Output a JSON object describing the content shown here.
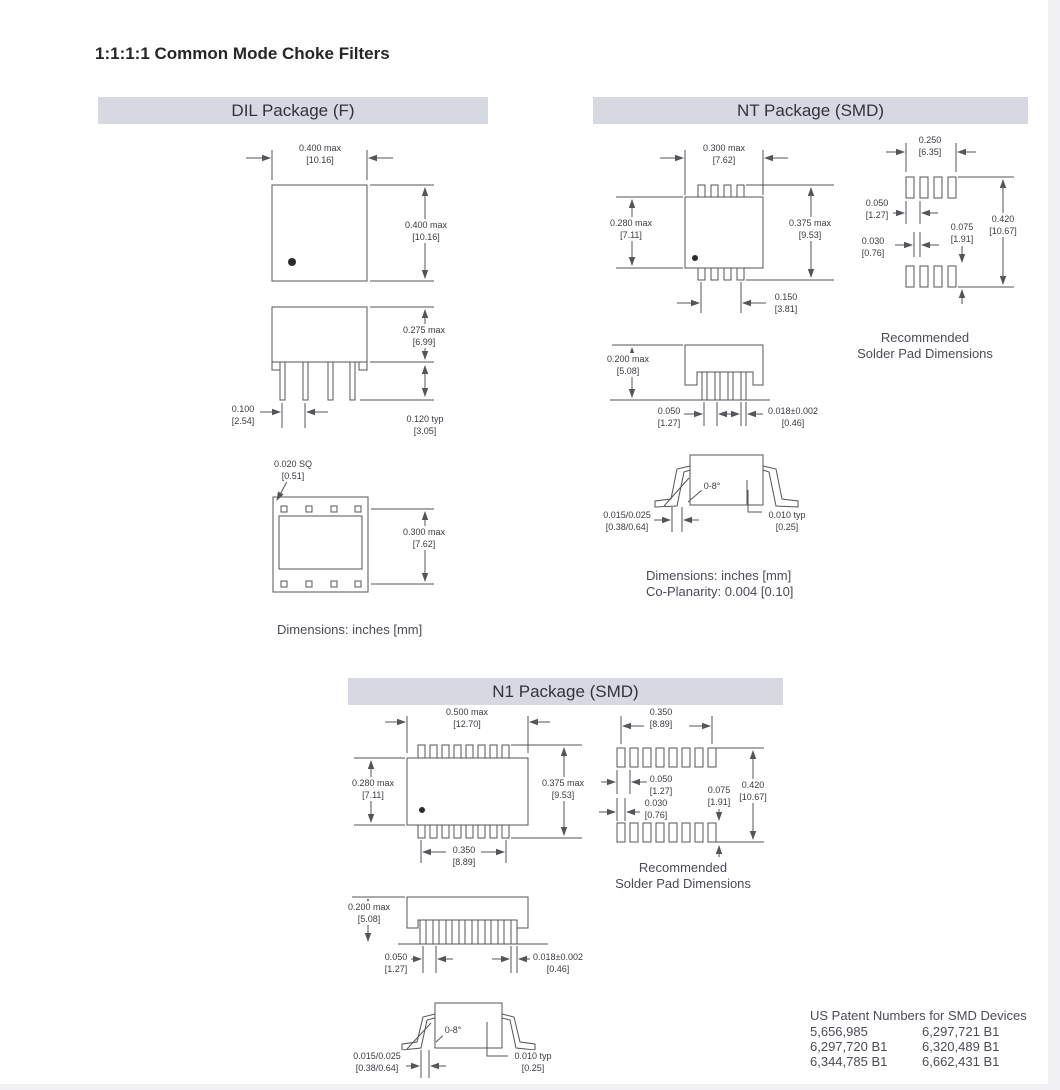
{
  "page_title": "1:1:1:1 Common Mode Choke Filters",
  "colors": {
    "header_bg": "#d6d8e2",
    "line": "#54545a",
    "label_text": "#3a3a42",
    "note_text": "#4b4b57"
  },
  "dil": {
    "header": "DIL Package (F)",
    "note": "Dimensions: inches [mm]",
    "d_top_w": {
      "v": "0.400 max",
      "mm": "[10.16]"
    },
    "d_top_h": {
      "v": "0.400 max",
      "mm": "[10.16]"
    },
    "d_side_h": {
      "v": "0.275 max",
      "mm": "[6.99]"
    },
    "d_pitch": {
      "v": "0.100",
      "mm": "[2.54]"
    },
    "d_pin_len": {
      "v": "0.120 typ",
      "mm": "[3.05]"
    },
    "d_pad": {
      "v": "0.020 SQ",
      "mm": "[0.51]"
    },
    "d_row": {
      "v": "0.300 max",
      "mm": "[7.62]"
    }
  },
  "nt": {
    "header": "NT Package (SMD)",
    "note1": "Dimensions: inches [mm]",
    "note2": "Co-Planarity: 0.004 [0.10]",
    "d_body_w": {
      "v": "0.300 max",
      "mm": "[7.62]"
    },
    "d_body_h": {
      "v": "0.280 max",
      "mm": "[7.11]"
    },
    "d_span": {
      "v": "0.375 max",
      "mm": "[9.53]"
    },
    "d_spacing": {
      "v": "0.150",
      "mm": "[3.81]"
    },
    "d_height": {
      "v": "0.200 max",
      "mm": "[5.08]"
    },
    "d_pitch": {
      "v": "0.050",
      "mm": "[1.27]"
    },
    "d_lead_w": {
      "v": "0.018±0.002",
      "mm": "[0.46]"
    },
    "d_angle": "0-8°",
    "d_foot": {
      "v": "0.015/0.025",
      "mm": "[0.38/0.64]"
    },
    "d_thick": {
      "v": "0.010 typ",
      "mm": "[0.25]"
    }
  },
  "nt_pads": {
    "title1": "Recommended",
    "title2": "Solder Pad Dimensions",
    "d_w": {
      "v": "0.250",
      "mm": "[6.35]"
    },
    "d_pitch": {
      "v": "0.050",
      "mm": "[1.27]"
    },
    "d_gap": {
      "v": "0.030",
      "mm": "[0.76]"
    },
    "d_pad_h": {
      "v": "0.075",
      "mm": "[1.91]"
    },
    "d_span": {
      "v": "0.420",
      "mm": "[10.67]"
    }
  },
  "n1": {
    "header": "N1 Package (SMD)",
    "d_body_w": {
      "v": "0.500 max",
      "mm": "[12.70]"
    },
    "d_body_h": {
      "v": "0.280 max",
      "mm": "[7.11]"
    },
    "d_span": {
      "v": "0.375 max",
      "mm": "[9.53]"
    },
    "d_spacing": {
      "v": "0.350",
      "mm": "[8.89]"
    },
    "d_height": {
      "v": "0.200 max",
      "mm": "[5.08]"
    },
    "d_pitch": {
      "v": "0.050",
      "mm": "[1.27]"
    },
    "d_lead_w": {
      "v": "0.018±0.002",
      "mm": "[0.46]"
    },
    "d_angle": "0-8°",
    "d_foot": {
      "v": "0.015/0.025",
      "mm": "[0.38/0.64]"
    },
    "d_thick": {
      "v": "0.010 typ",
      "mm": "[0.25]"
    }
  },
  "n1_pads": {
    "title1": "Recommended",
    "title2": "Solder Pad Dimensions",
    "d_w": {
      "v": "0.350",
      "mm": "[8.89]"
    },
    "d_pitch": {
      "v": "0.050",
      "mm": "[1.27]"
    },
    "d_gap": {
      "v": "0.030",
      "mm": "[0.76]"
    },
    "d_pad_h": {
      "v": "0.075",
      "mm": "[1.91]"
    },
    "d_span": {
      "v": "0.420",
      "mm": "[10.67]"
    }
  },
  "patents": {
    "title": "US Patent Numbers for SMD Devices",
    "col1": [
      "5,656,985",
      "6,297,720 B1",
      "6,344,785 B1"
    ],
    "col2": [
      "6,297,721 B1",
      "6,320,489 B1",
      "6,662,431 B1"
    ]
  }
}
